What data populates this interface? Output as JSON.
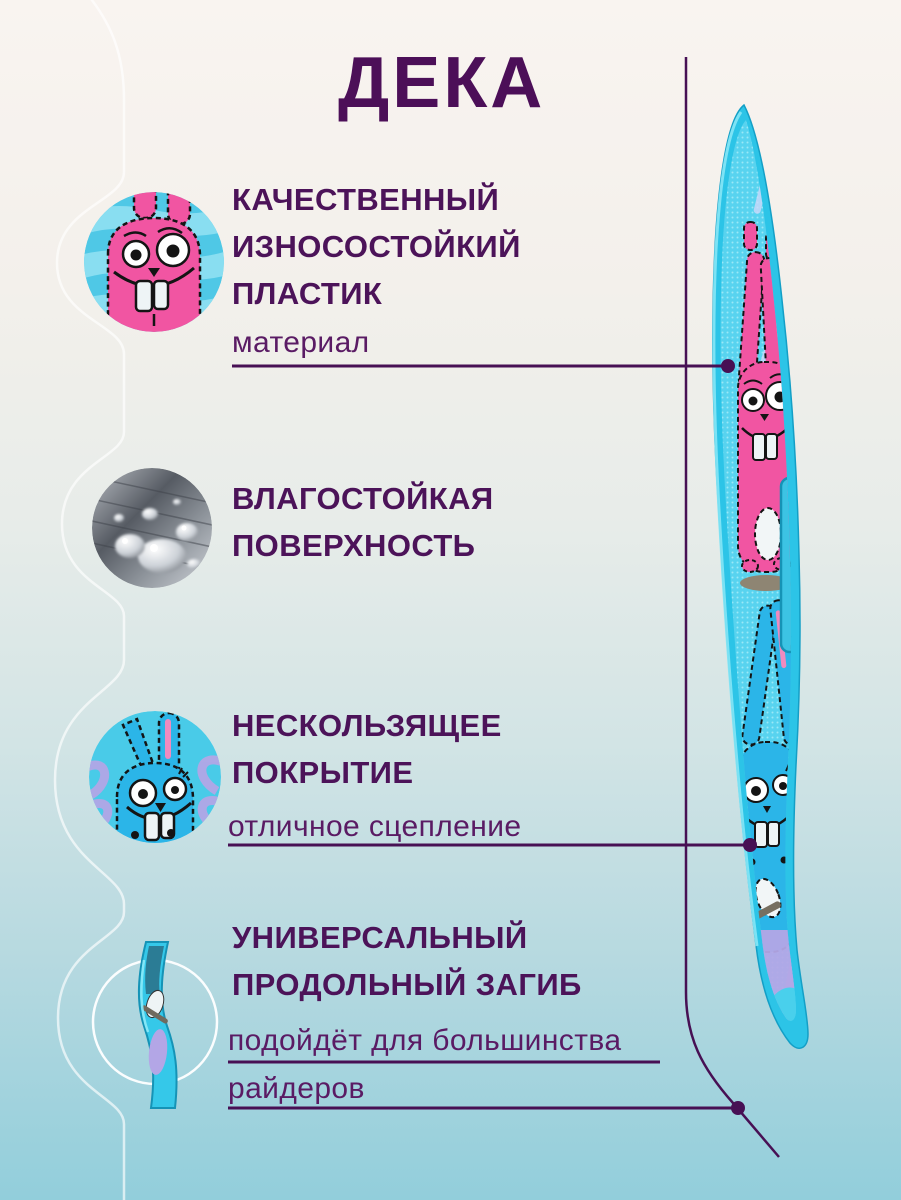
{
  "title": {
    "text": "ДЕКА"
  },
  "features": [
    {
      "heading_lines": [
        "КАЧЕСТВЕННЫЙ",
        "ИЗНОСОСТОЙКИЙ",
        "ПЛАСТИК"
      ],
      "caption_lines": [
        "материал"
      ],
      "image": "pink-rabbit-cartoon"
    },
    {
      "heading_lines": [
        "ВЛАГОСТОЙКАЯ",
        "ПОВЕРХНОСТЬ"
      ],
      "caption_lines": [],
      "image": "water-droplets-photo"
    },
    {
      "heading_lines": [
        "НЕСКОЛЬЗЯЩЕЕ",
        "ПОКРЫТИЕ"
      ],
      "caption_lines": [
        "отличное сцепление"
      ],
      "image": "blue-rabbit-cartoon"
    },
    {
      "heading_lines": [
        "УНИВЕРСАЛЬНЫЙ",
        "ПРОДОЛЬНЫЙ ЗАГИБ"
      ],
      "caption_lines": [
        "подойдёт для большинства",
        "райдеров"
      ],
      "image": "deck-bend-closeup"
    }
  ],
  "product_image": "skateboard-deck-side-view",
  "deck_graphics": [
    "pink-rabbit",
    "blue-rabbit"
  ],
  "colors": {
    "accent_purple": "#4c1359",
    "caption_purple": "#5a1b64",
    "callout_line": "#471054",
    "background_top": "#f9f4f0",
    "background_bottom": "#92cedb",
    "deck_edge_cyan": "#2cc4e7",
    "deck_surface_cyan": "#58d3ef",
    "rabbit_pink": "#f155a2",
    "rabbit_blue": "#2bb5e8",
    "lavender": "#b3a6e6"
  }
}
